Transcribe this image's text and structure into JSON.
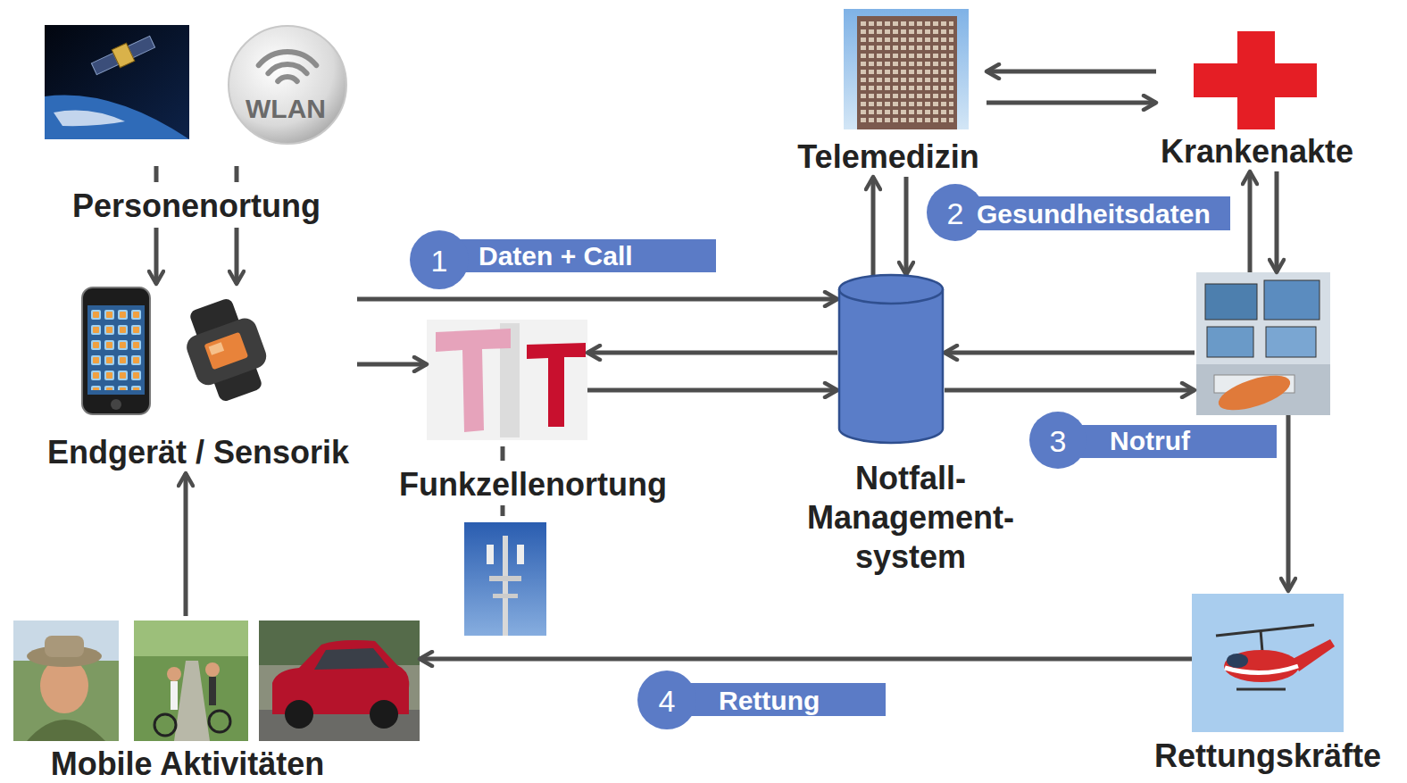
{
  "diagram": {
    "nodes": [
      {
        "text": [
          "Personenortung"
        ]
      },
      {
        "text": [
          "Endgerät / Sensorik"
        ]
      },
      {
        "text": [
          "Funkzellenortung"
        ]
      },
      {
        "text": [
          "Notfall- Management- system"
        ]
      },
      {
        "text": [
          "Telemedizin"
        ]
      },
      {
        "text": [
          "Krankenakte"
        ]
      },
      {
        "text": [
          "Notruf"
        ]
      },
      {
        "text": [
          "Rettungskräfte"
        ]
      },
      {
        "text": [
          "Mobile Aktivitäten"
        ]
      }
    ],
    "edges": [
      {
        "from": 0,
        "to": 1,
        "arrow": "to"
      },
      {
        "from": 0,
        "to": 1,
        "arrow": "to"
      },
      {
        "from": 8,
        "to": 1,
        "arrow": "to"
      },
      {
        "from": 1,
        "to": 3,
        "arrow": "to",
        "label": "Daten + Call"
      },
      {
        "from": 1,
        "to": 2,
        "arrow": "to"
      },
      {
        "from": 3,
        "to": 2,
        "arrow": "to"
      },
      {
        "from": 2,
        "to": 3,
        "arrow": "to"
      },
      {
        "from": 3,
        "to": 4,
        "arrow": "to"
      },
      {
        "from": 4,
        "to": 3,
        "arrow": "to"
      },
      {
        "from": 5,
        "to": 4,
        "arrow": "to"
      },
      {
        "from": 4,
        "to": 5,
        "arrow": "to"
      },
      {
        "from": 6,
        "to": 3,
        "arrow": "to"
      },
      {
        "from": 3,
        "to": 6,
        "arrow": "to"
      },
      {
        "from": 6,
        "to": 5,
        "arrow": "to"
      },
      {
        "from": 5,
        "to": 6,
        "arrow": "to"
      },
      {
        "from": 6,
        "to": 7,
        "arrow": "to"
      },
      {
        "from": 7,
        "to": 8,
        "arrow": "to",
        "label": "Rettung"
      }
    ],
    "labels": [
      "WLAN",
      "1",
      "2",
      "Gesundheitsdaten",
      "3",
      "4"
    ]
  }
}
